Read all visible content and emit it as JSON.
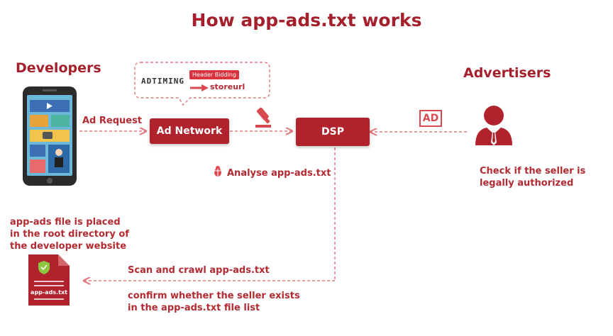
{
  "title": "How app-ads.txt works",
  "developers_heading": "Developers",
  "advertisers_heading": "Advertisers",
  "callout": {
    "brand": "ADTIMING",
    "badge": "Header Bidding",
    "link": "storeurl"
  },
  "ad_request_label": "Ad Request",
  "ad_network_label": "Ad Network",
  "dsp_label": "DSP",
  "ad_badge": "AD",
  "analyse_label": "Analyse app-ads.txt",
  "check_seller_lines": [
    "Check if the seller is",
    "legally authorized"
  ],
  "file_placed_lines": [
    "app-ads file is placed",
    "in the root directory of",
    "the developer website"
  ],
  "file_icon_label": "app-ads.txt",
  "scan_label": "Scan and crawl app-ads.txt",
  "confirm_lines": [
    "confirm whether the seller exists",
    "in the app-ads.txt file list"
  ],
  "colors": {
    "primary": "#a4202c",
    "box": "#b0232d",
    "dashed": "#e07a7e"
  }
}
